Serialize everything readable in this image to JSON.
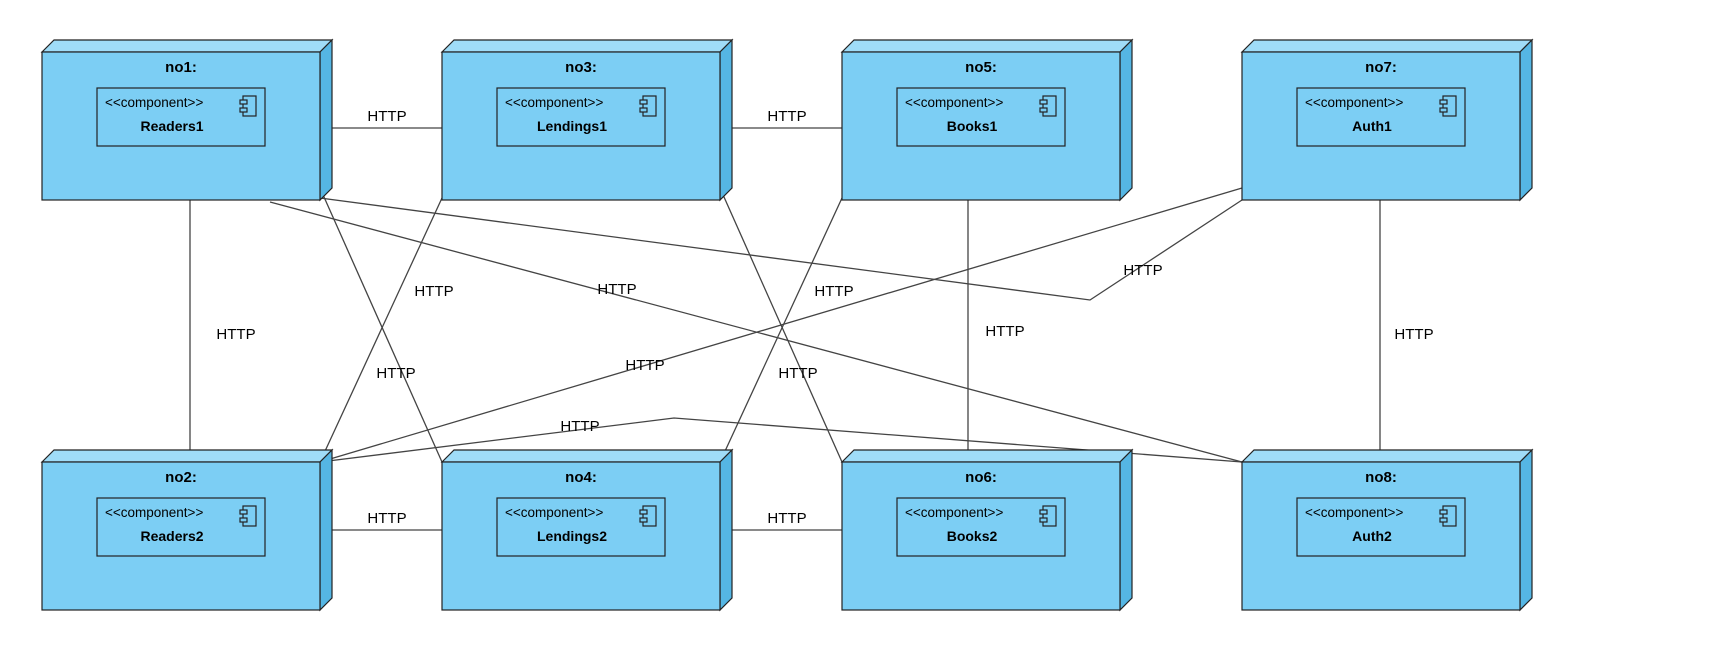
{
  "diagram": {
    "colors": {
      "node_fill": "#7ccef4",
      "node_side": "#55b6e4",
      "node_top": "#9fdcf8",
      "stroke": "#222222",
      "line": "#444444"
    },
    "nodes": [
      {
        "id": "no1",
        "title": "no1:",
        "stereotype": "<<component>>",
        "component": "Readers1"
      },
      {
        "id": "no3",
        "title": "no3:",
        "stereotype": "<<component>>",
        "component": "Lendings1"
      },
      {
        "id": "no5",
        "title": "no5:",
        "stereotype": "<<component>>",
        "component": "Books1"
      },
      {
        "id": "no7",
        "title": "no7:",
        "stereotype": "<<component>>",
        "component": "Auth1"
      },
      {
        "id": "no2",
        "title": "no2:",
        "stereotype": "<<component>>",
        "component": "Readers2"
      },
      {
        "id": "no4",
        "title": "no4:",
        "stereotype": "<<component>>",
        "component": "Lendings2"
      },
      {
        "id": "no6",
        "title": "no6:",
        "stereotype": "<<component>>",
        "component": "Books2"
      },
      {
        "id": "no8",
        "title": "no8:",
        "stereotype": "<<component>>",
        "component": "Auth2"
      }
    ],
    "edges": [
      {
        "from": "no1",
        "to": "no3",
        "label": "HTTP"
      },
      {
        "from": "no3",
        "to": "no5",
        "label": "HTTP"
      },
      {
        "from": "no2",
        "to": "no4",
        "label": "HTTP"
      },
      {
        "from": "no4",
        "to": "no6",
        "label": "HTTP"
      },
      {
        "from": "no1",
        "to": "no2",
        "label": "HTTP"
      },
      {
        "from": "no5",
        "to": "no6",
        "label": "HTTP"
      },
      {
        "from": "no7",
        "to": "no8",
        "label": "HTTP"
      },
      {
        "from": "no1",
        "to": "no4",
        "label": "HTTP"
      },
      {
        "from": "no3",
        "to": "no2",
        "label": "HTTP"
      },
      {
        "from": "no3",
        "to": "no6",
        "label": "HTTP"
      },
      {
        "from": "no5",
        "to": "no4",
        "label": "HTTP"
      },
      {
        "from": "no1",
        "to": "no8",
        "label": "HTTP"
      },
      {
        "from": "no1",
        "to": "no7",
        "label": "HTTP"
      },
      {
        "from": "no7",
        "to": "no2",
        "label": "HTTP"
      },
      {
        "from": "no2",
        "to": "no8",
        "label": "HTTP"
      }
    ]
  }
}
